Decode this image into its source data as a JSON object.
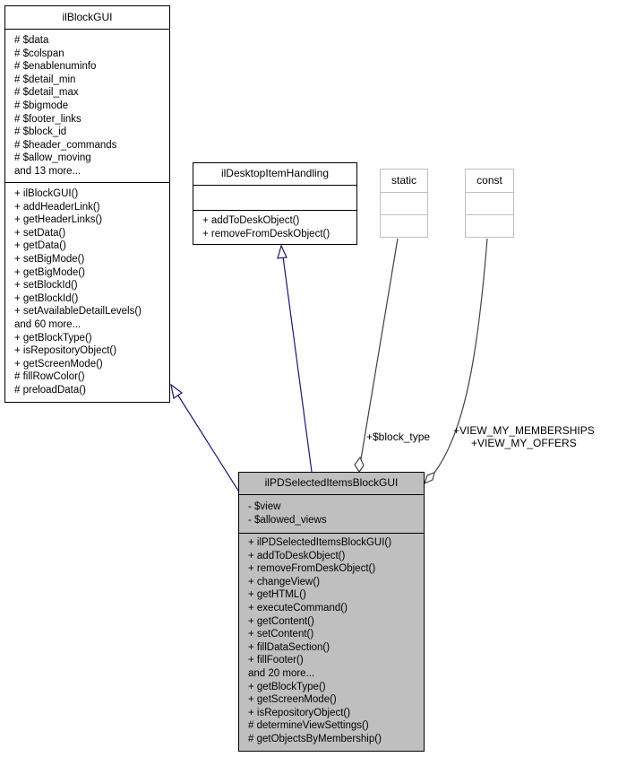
{
  "classes": {
    "base": {
      "name": "ilBlockGUI",
      "attributes": [
        "# $data",
        "# $colspan",
        "# $enablenuminfo",
        "# $detail_min",
        "# $detail_max",
        "# $bigmode",
        "# $footer_links",
        "# $block_id",
        "# $header_commands",
        "# $allow_moving",
        "and 13 more..."
      ],
      "methods": [
        "+ ilBlockGUI()",
        "+ addHeaderLink()",
        "+ getHeaderLinks()",
        "+ setData()",
        "+ getData()",
        "+ setBigMode()",
        "+ getBigMode()",
        "+ setBlockId()",
        "+ getBlockId()",
        "+ setAvailableDetailLevels()",
        "and 60 more...",
        "+ getBlockType()",
        "+ isRepositoryObject()",
        "+ getScreenMode()",
        "# fillRowColor()",
        "# preloadData()"
      ]
    },
    "iface": {
      "name": "ilDesktopItemHandling",
      "attributes": [],
      "methods": [
        "+ addToDeskObject()",
        "+ removeFromDeskObject()"
      ]
    },
    "static": {
      "name": "static"
    },
    "const": {
      "name": "const"
    },
    "main": {
      "name": "ilPDSelectedItemsBlockGUI",
      "attributes": [
        "- $view",
        "- $allowed_views"
      ],
      "methods": [
        "+ ilPDSelectedItemsBlockGUI()",
        "+ addToDeskObject()",
        "+ removeFromDeskObject()",
        "+ changeView()",
        "+ getHTML()",
        "+ executeCommand()",
        "+ getContent()",
        "+ setContent()",
        "+ fillDataSection()",
        "+ fillFooter()",
        "and 20 more...",
        "+ getBlockType()",
        "+ getScreenMode()",
        "+ isRepositoryObject()",
        "# determineViewSettings()",
        "# getObjectsByMembership()"
      ]
    }
  },
  "edge_labels": {
    "block_type": "+$block_type",
    "view_consts": [
      "+VIEW_MY_MEMBERSHIPS",
      "+VIEW_MY_OFFERS"
    ]
  },
  "colors": {
    "inheritance": "#191970",
    "usage": "#404040",
    "selected_fill": "#bfbfbf",
    "grey_border": "#bfbfbf"
  }
}
